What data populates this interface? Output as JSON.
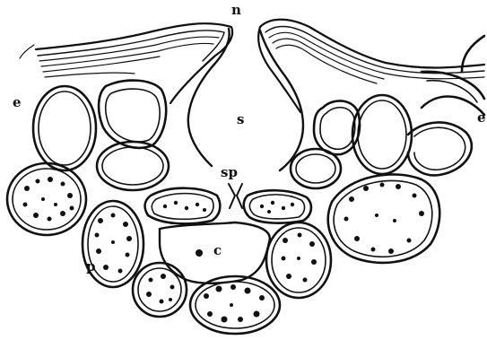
{
  "figure": {
    "labels": {
      "n": "n",
      "s": "s",
      "sp": "sp",
      "e_left": "e",
      "e_right": "e",
      "c": "c",
      "p": "p"
    }
  }
}
